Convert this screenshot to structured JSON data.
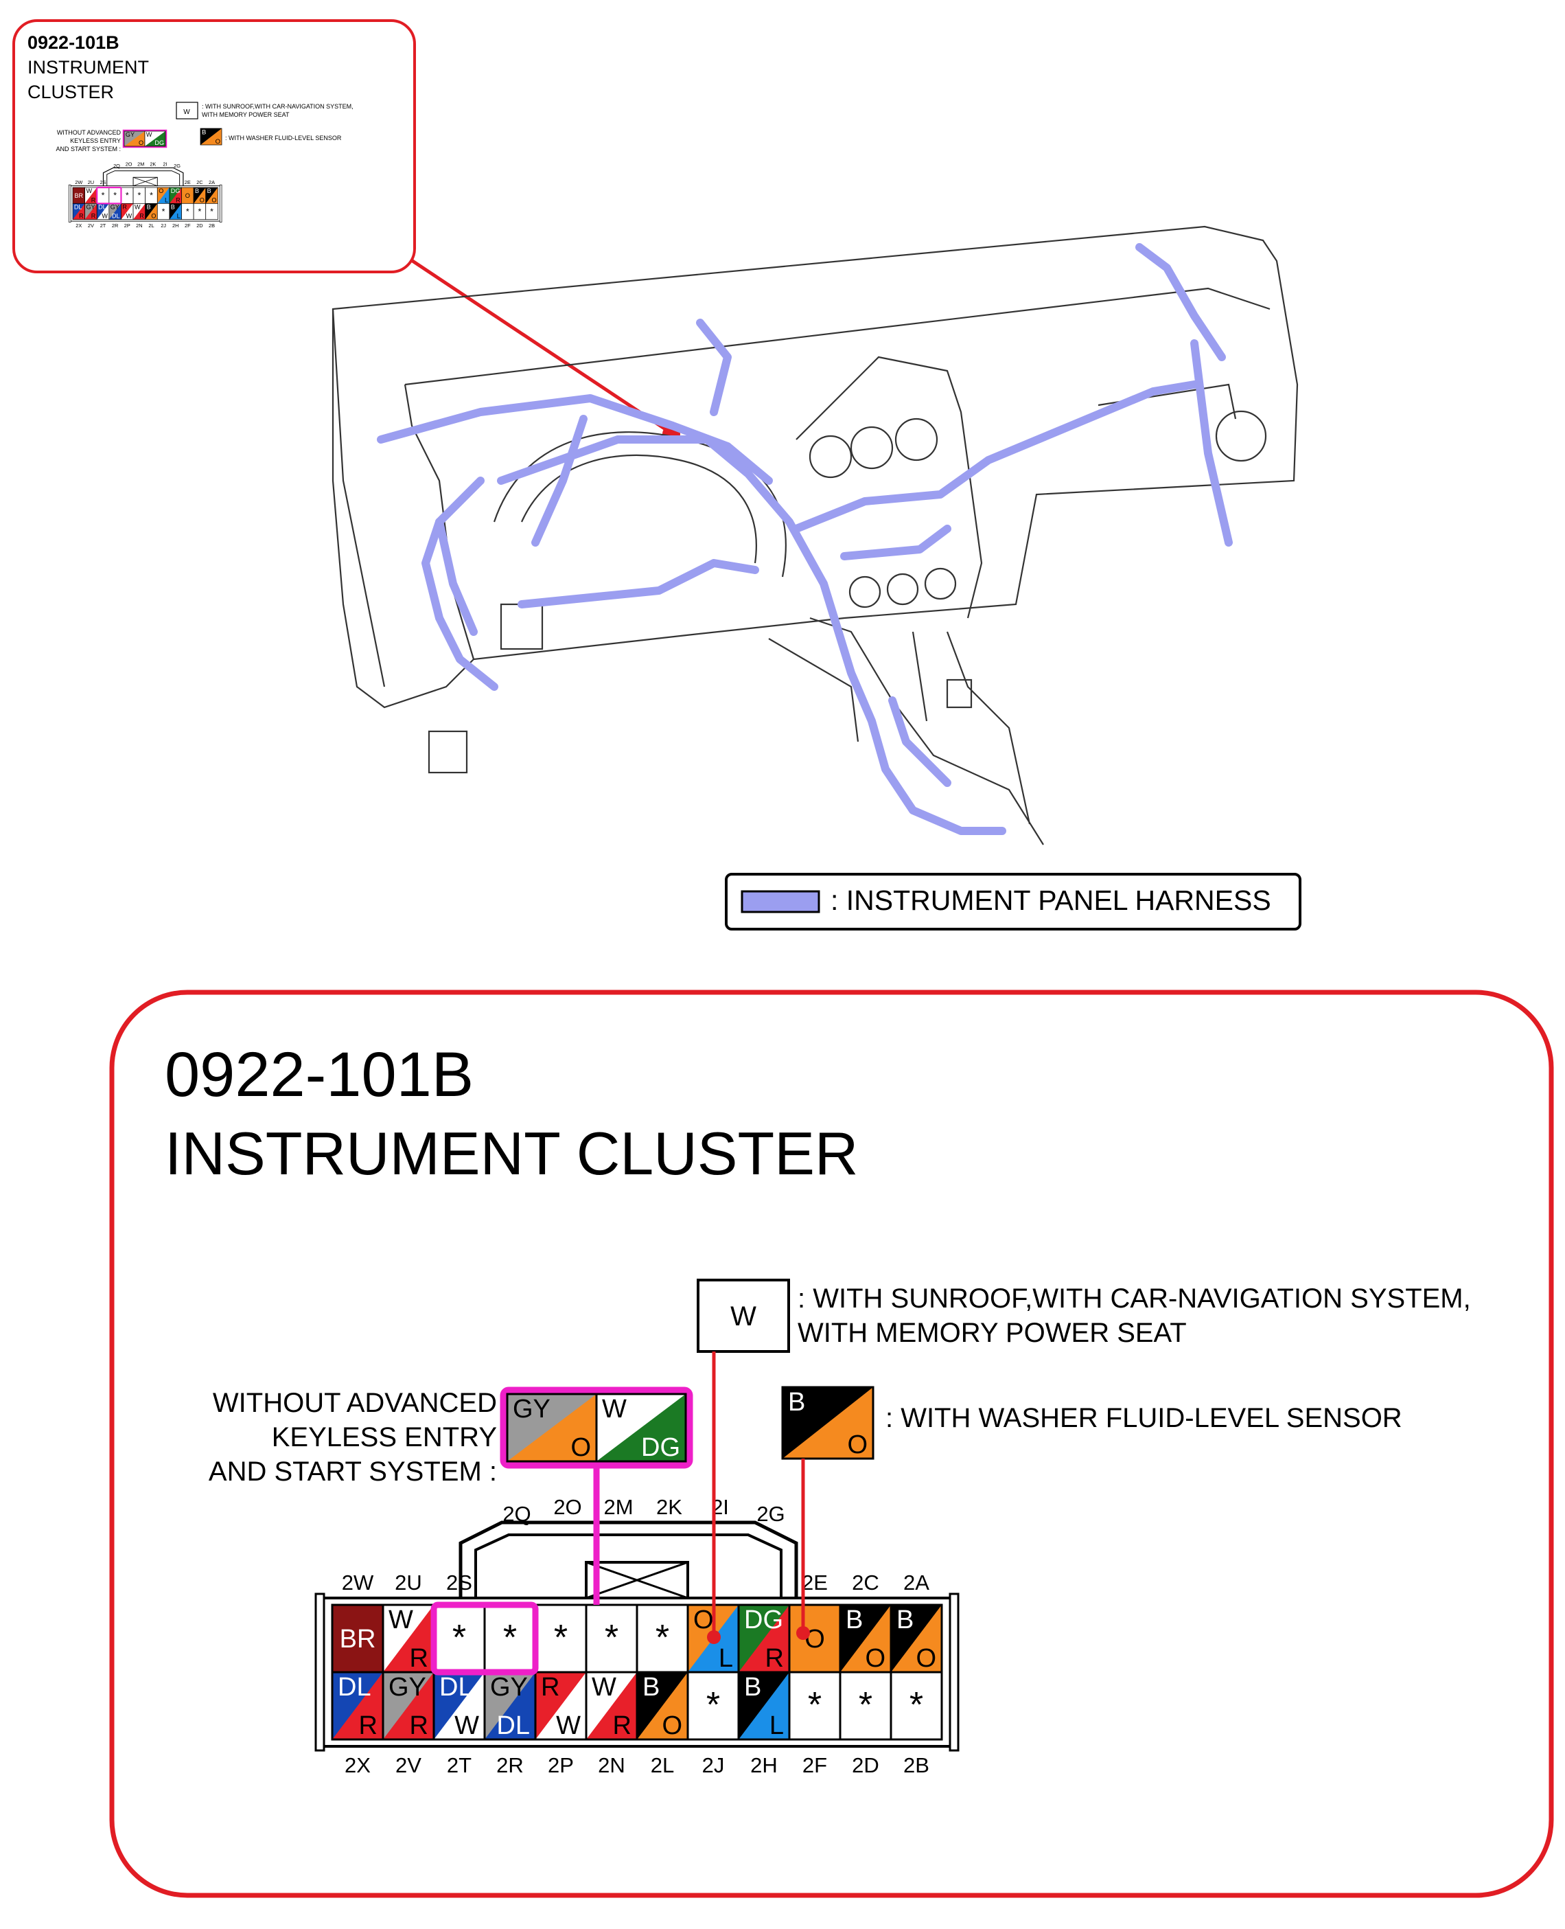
{
  "inset": {
    "code": "0922-101B",
    "name": "INSTRUMENT CLUSTER"
  },
  "legend": {
    "harness_label": ": INSTRUMENT PANEL HARNESS",
    "harness_color": "#9b9ef0"
  },
  "detail": {
    "code": "0922-101B",
    "name": "INSTRUMENT CLUSTER",
    "notes": {
      "w_box": "W",
      "w_line1": ": WITH SUNROOF,WITH CAR-NAVIGATION SYSTEM,",
      "w_line2": "WITH MEMORY POWER SEAT",
      "bo_top": "B",
      "bo_bottom": "O",
      "bo_text": ": WITH WASHER FLUID-LEVEL SENSOR",
      "without_line1": "WITHOUT ADVANCED",
      "without_line2": "KEYLESS ENTRY",
      "without_line3": "AND START SYSTEM :",
      "alt1_top": "GY",
      "alt1_bottom": "O",
      "alt2_top": "W",
      "alt2_bottom": "DG"
    },
    "top_labels": [
      "2Q",
      "2O",
      "2M",
      "2K",
      "2I",
      "2G"
    ],
    "row1_labels": [
      "2W",
      "2U",
      "2S",
      "2E",
      "2C",
      "2A"
    ],
    "bottom_labels": [
      "2X",
      "2V",
      "2T",
      "2R",
      "2P",
      "2N",
      "2L",
      "2J",
      "2H",
      "2F",
      "2D",
      "2B"
    ],
    "row1": [
      {
        "top": "BR",
        "bottom": "",
        "c1": "#8b1414",
        "c2": "#8b1414"
      },
      {
        "top": "W",
        "bottom": "R",
        "c1": "#ffffff",
        "c2": "#e8202a"
      },
      {
        "top": "*",
        "bottom": "",
        "c1": "#ffffff",
        "c2": "#ffffff"
      },
      {
        "top": "*",
        "bottom": "",
        "c1": "#ffffff",
        "c2": "#ffffff"
      },
      {
        "top": "*",
        "bottom": "",
        "c1": "#ffffff",
        "c2": "#ffffff"
      },
      {
        "top": "*",
        "bottom": "",
        "c1": "#ffffff",
        "c2": "#ffffff"
      },
      {
        "top": "*",
        "bottom": "",
        "c1": "#ffffff",
        "c2": "#ffffff"
      },
      {
        "top": "O",
        "bottom": "L",
        "c1": "#f58a1f",
        "c2": "#1a8fe8"
      },
      {
        "top": "DG",
        "bottom": "R",
        "c1": "#1b7a24",
        "c2": "#e8202a"
      },
      {
        "top": "O",
        "bottom": "",
        "c1": "#f58a1f",
        "c2": "#f58a1f"
      },
      {
        "top": "B",
        "bottom": "O",
        "c1": "#000000",
        "c2": "#f58a1f"
      },
      {
        "top": "B",
        "bottom": "O",
        "c1": "#000000",
        "c2": "#f58a1f"
      }
    ],
    "row2": [
      {
        "top": "DL",
        "bottom": "R",
        "c1": "#1446b4",
        "c2": "#e8202a"
      },
      {
        "top": "GY",
        "bottom": "R",
        "c1": "#9a9a9a",
        "c2": "#e8202a"
      },
      {
        "top": "DL",
        "bottom": "W",
        "c1": "#1446b4",
        "c2": "#ffffff"
      },
      {
        "top": "GY",
        "bottom": "DL",
        "c1": "#9a9a9a",
        "c2": "#1446b4"
      },
      {
        "top": "R",
        "bottom": "W",
        "c1": "#e8202a",
        "c2": "#ffffff"
      },
      {
        "top": "W",
        "bottom": "R",
        "c1": "#ffffff",
        "c2": "#e8202a"
      },
      {
        "top": "B",
        "bottom": "O",
        "c1": "#000000",
        "c2": "#f58a1f"
      },
      {
        "top": "*",
        "bottom": "",
        "c1": "#ffffff",
        "c2": "#ffffff"
      },
      {
        "top": "B",
        "bottom": "L",
        "c1": "#000000",
        "c2": "#1a8fe8"
      },
      {
        "top": "*",
        "bottom": "",
        "c1": "#ffffff",
        "c2": "#ffffff"
      },
      {
        "top": "*",
        "bottom": "",
        "c1": "#ffffff",
        "c2": "#ffffff"
      },
      {
        "top": "*",
        "bottom": "",
        "c1": "#ffffff",
        "c2": "#ffffff"
      }
    ]
  }
}
